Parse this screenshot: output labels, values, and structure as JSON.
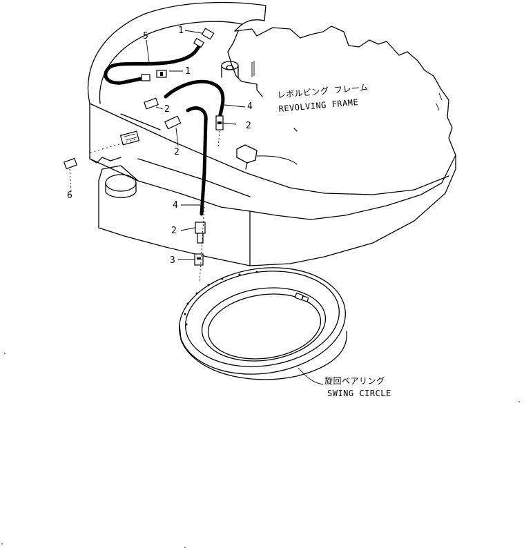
{
  "labels": {
    "frame_jp": "レボルビング フレーム",
    "frame_en": "REVOLVING FRAME",
    "circle_jp": "旋回ベアリング",
    "circle_en": "SWING CIRCLE"
  },
  "callouts": {
    "c1a": "1",
    "c1b": "1",
    "c5": "5",
    "c2a": "2",
    "c2b": "2",
    "c2c": "2",
    "c2d": "2",
    "c4a": "4",
    "c4b": "4",
    "c3": "3",
    "c6": "6"
  },
  "colors": {
    "ink": "#000000",
    "paper": "#ffffff"
  }
}
